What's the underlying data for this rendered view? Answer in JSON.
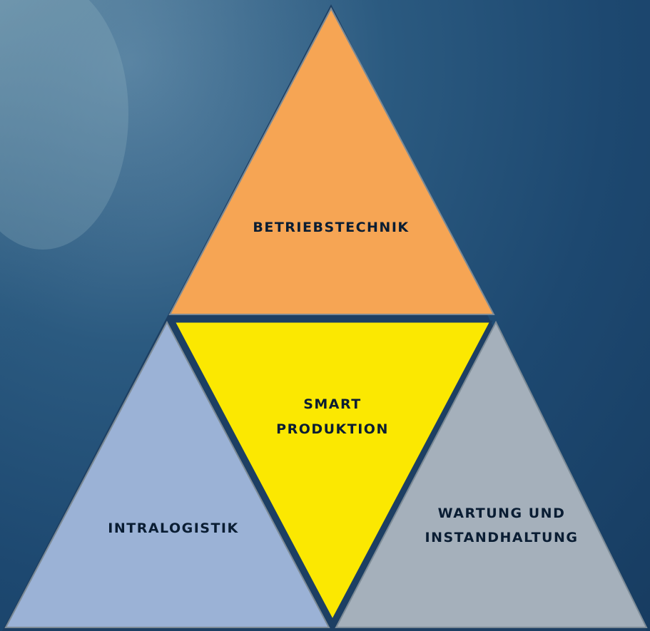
{
  "background": {
    "colors": [
      "#5d87a6",
      "#2b5a80",
      "#1d4870",
      "#173c61"
    ]
  },
  "segments": {
    "top": {
      "label": "BETRIEBSTECHNIK",
      "color": "#f6a554"
    },
    "center": {
      "label_line1": "SMART",
      "label_line2": "PRODUKTION",
      "color": "#fbe801"
    },
    "left": {
      "label": "INTRALOGISTIK",
      "color": "#9bb2d6"
    },
    "right": {
      "label_line1": "WARTUNG UND",
      "label_line2": "INSTANDHALTUNG",
      "color": "#a5b0bb"
    }
  }
}
